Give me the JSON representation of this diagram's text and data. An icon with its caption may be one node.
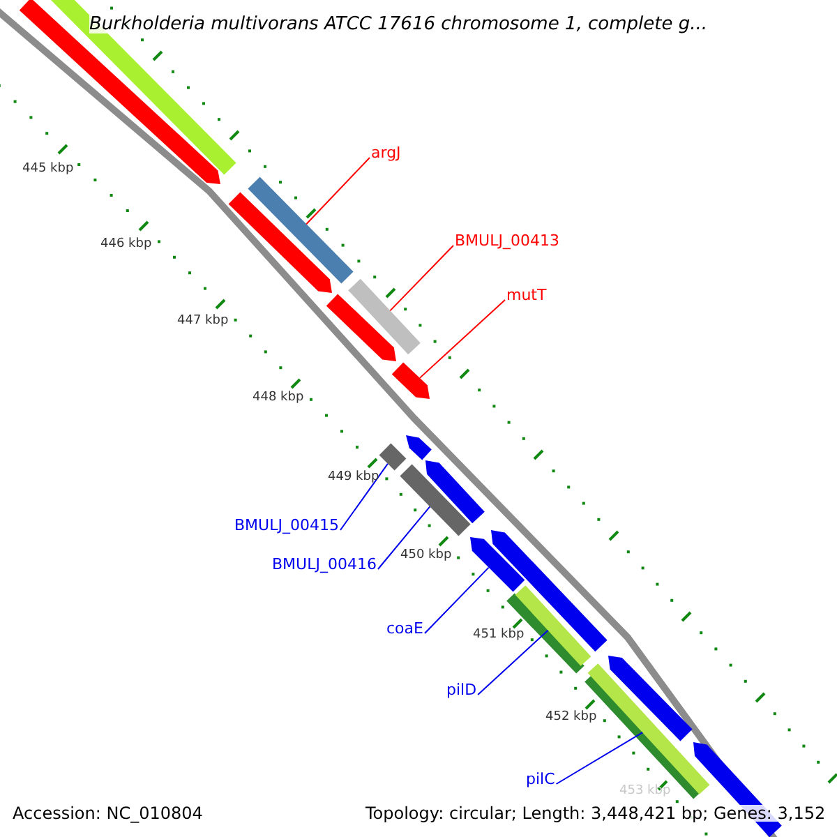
{
  "diagram": {
    "title": "Burkholderia multivorans ATCC 17616 chromosome 1, complete g...",
    "nodes": [
      {
        "text": [
          "argJ"
        ]
      },
      {
        "text": [
          "BMULJ_00413"
        ]
      },
      {
        "text": [
          "mutT"
        ]
      },
      {
        "text": [
          "BMULJ_00415"
        ]
      },
      {
        "text": [
          "BMULJ_00416"
        ]
      },
      {
        "text": [
          "coaE"
        ]
      },
      {
        "text": [
          "pilD"
        ]
      },
      {
        "text": [
          "pilC"
        ]
      },
      {
        "text": [],
        "shape": "bar"
      },
      {
        "text": [],
        "shape": "bar"
      },
      {
        "text": [],
        "shape": "bar"
      },
      {
        "text": [],
        "shape": "bar"
      },
      {
        "text": [],
        "shape": "bar"
      },
      {
        "text": [],
        "shape": "bar"
      },
      {
        "text": [],
        "shape": "bar"
      },
      {
        "text": [],
        "shape": "bar"
      },
      {
        "text": [],
        "shape": "bar"
      }
    ],
    "edges": [
      {
        "from": 0,
        "to": 8,
        "arrow": "none",
        "color": "#ff0000"
      },
      {
        "from": 1,
        "to": 9,
        "arrow": "none",
        "color": "#ff0000"
      },
      {
        "from": 2,
        "to": 10,
        "arrow": "none",
        "color": "#ff0000"
      },
      {
        "from": 3,
        "to": 11,
        "arrow": "none"
      },
      {
        "from": 4,
        "to": 12,
        "arrow": "none"
      },
      {
        "from": 5,
        "to": 13,
        "arrow": "none"
      },
      {
        "from": 6,
        "to": 14,
        "arrow": "none"
      },
      {
        "from": 7,
        "to": 15,
        "arrow": "none"
      }
    ],
    "labels": [
      "445 kbp",
      "446 kbp",
      "447 kbp",
      "448 kbp",
      "449 kbp",
      "450 kbp",
      "451 kbp",
      "452 kbp",
      "453 kbp",
      "Accession: NC_010804",
      "Topology: circular; Length: 3,448,421 bp; Genes: 3,152"
    ]
  }
}
